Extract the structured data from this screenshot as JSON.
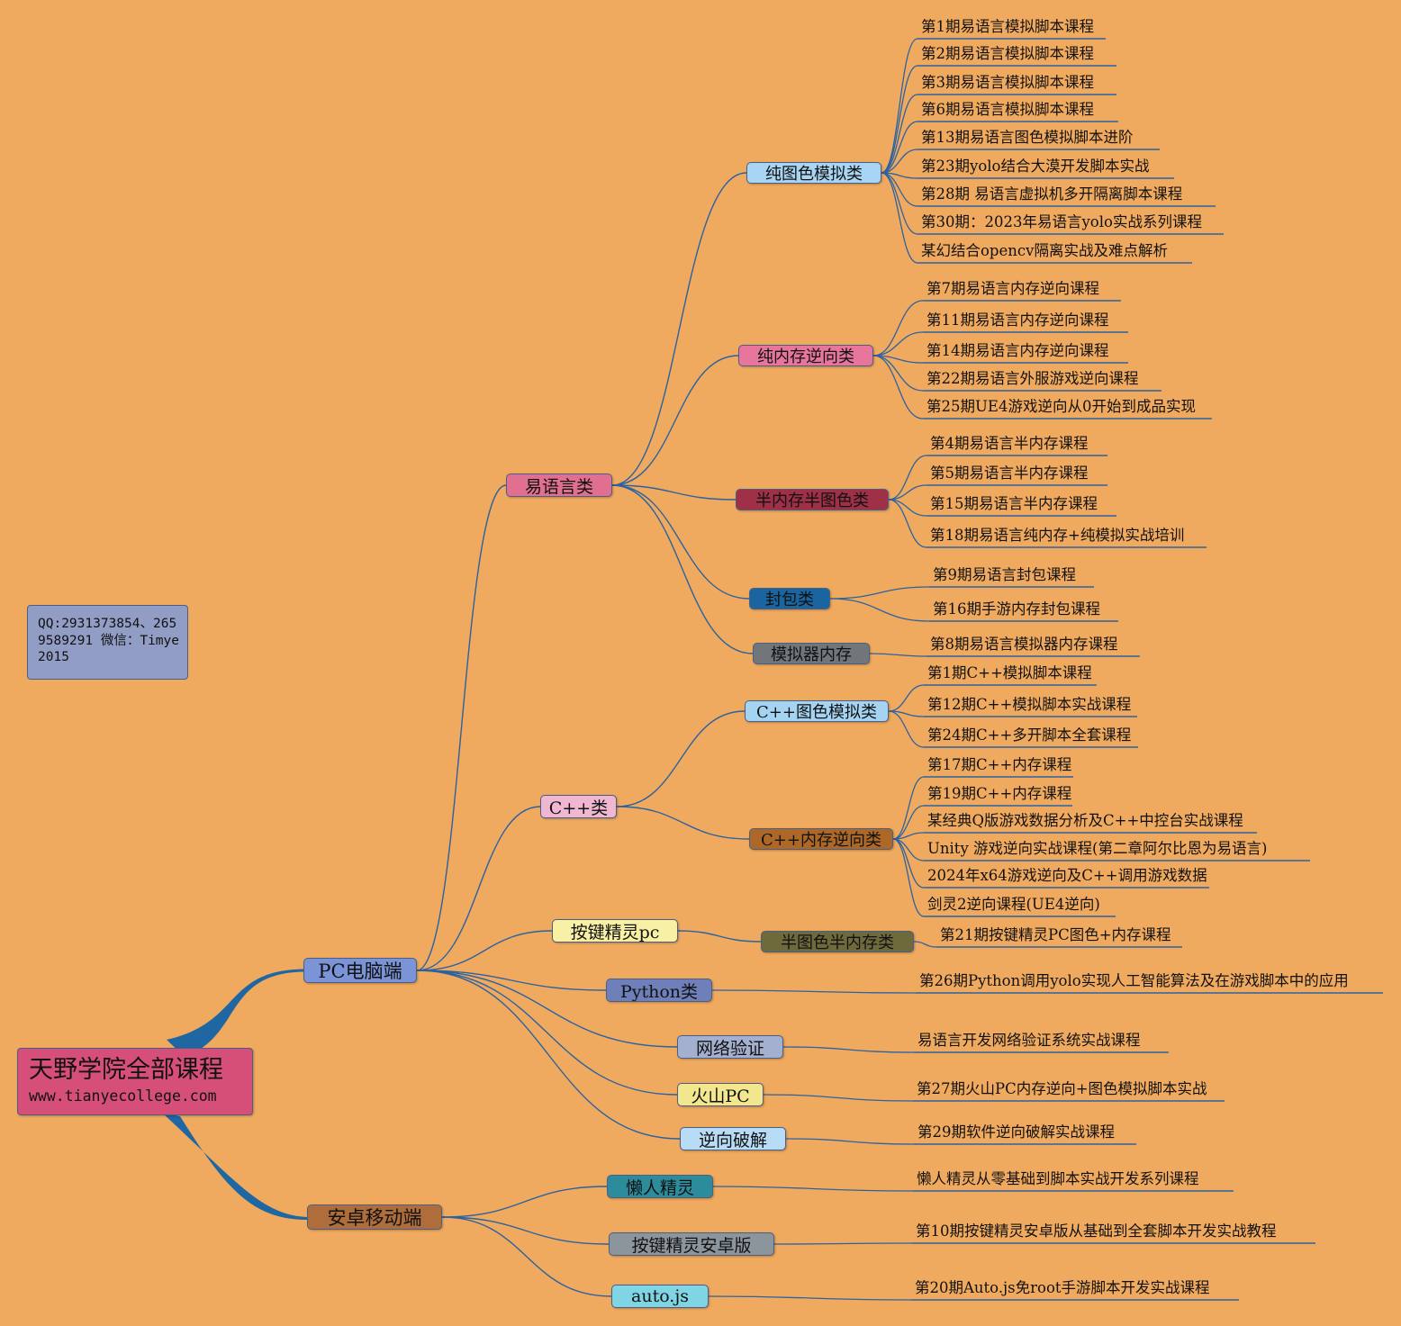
{
  "root": {
    "title": "天野学院全部课程",
    "subtitle": "www.tianyecollege.com"
  },
  "contact": "QQ:2931373854、2659589291  微信：Timye2015",
  "nodes": {
    "pc": "PC电脑端",
    "android": "安卓移动端",
    "yy": "易语言类",
    "cpp": "C++类",
    "ajpc": "按键精灵pc",
    "python": "Python类",
    "net": "网络验证",
    "hs": "火山PC",
    "nx": "逆向破解",
    "lr": "懒人精灵",
    "ajaz": "按键精灵安卓版",
    "autojs": "auto.js",
    "yy_ts": "纯图色模拟类",
    "yy_nc": "纯内存逆向类",
    "yy_bn": "半内存半图色类",
    "yy_fb": "封包类",
    "yy_mn": "模拟器内存",
    "cpp_ts": "C++图色模拟类",
    "cpp_nc": "C++内存逆向类",
    "aj_bt": "半图色半内存类"
  },
  "leaves": {
    "yy_ts": [
      "第1期易语言模拟脚本课程",
      "第2期易语言模拟脚本课程",
      "第3期易语言模拟脚本课程",
      "第6期易语言模拟脚本课程",
      "第13期易语言图色模拟脚本进阶",
      "第23期yolo结合大漠开发脚本实战",
      "第28期 易语言虚拟机多开隔离脚本课程",
      "第30期：2023年易语言yolo实战系列课程",
      "某幻结合opencv隔离实战及难点解析"
    ],
    "yy_nc": [
      "第7期易语言内存逆向课程",
      "第11期易语言内存逆向课程",
      "第14期易语言内存逆向课程",
      "第22期易语言外服游戏逆向课程",
      "第25期UE4游戏逆向从0开始到成品实现"
    ],
    "yy_bn": [
      "第4期易语言半内存课程",
      "第5期易语言半内存课程",
      "第15期易语言半内存课程",
      "第18期易语言纯内存+纯模拟实战培训"
    ],
    "yy_fb": [
      "第9期易语言封包课程",
      "第16期手游内存封包课程"
    ],
    "yy_mn": [
      "第8期易语言模拟器内存课程"
    ],
    "cpp_ts": [
      "第1期C++模拟脚本课程",
      "第12期C++模拟脚本实战课程",
      "第24期C++多开脚本全套课程"
    ],
    "cpp_nc": [
      "第17期C++内存课程",
      "第19期C++内存课程",
      "某经典Q版游戏数据分析及C++中控台实战课程",
      "Unity 游戏逆向实战课程(第二章阿尔比恩为易语言)",
      "2024年x64游戏逆向及C++调用游戏数据",
      "剑灵2逆向课程(UE4逆向)"
    ],
    "aj_bt": [
      "第21期按键精灵PC图色+内存课程"
    ],
    "python": [
      "第26期Python调用yolo实现人工智能算法及在游戏脚本中的应用"
    ],
    "net": [
      "易语言开发网络验证系统实战课程"
    ],
    "hs": [
      "第27期火山PC内存逆向+图色模拟脚本实战"
    ],
    "nx": [
      "第29期软件逆向破解实战课程"
    ],
    "lr": [
      "懒人精灵从零基础到脚本实战开发系列课程"
    ],
    "ajaz": [
      "第10期按键精灵安卓版从基础到全套脚本开发实战教程"
    ],
    "autojs": [
      "第20期Auto.js免root手游脚本开发实战课程"
    ]
  },
  "colors": {
    "background": "#f0aa5f",
    "root": "#d64f78",
    "line": "#2b62a0",
    "trunk": "#1f67a3"
  }
}
